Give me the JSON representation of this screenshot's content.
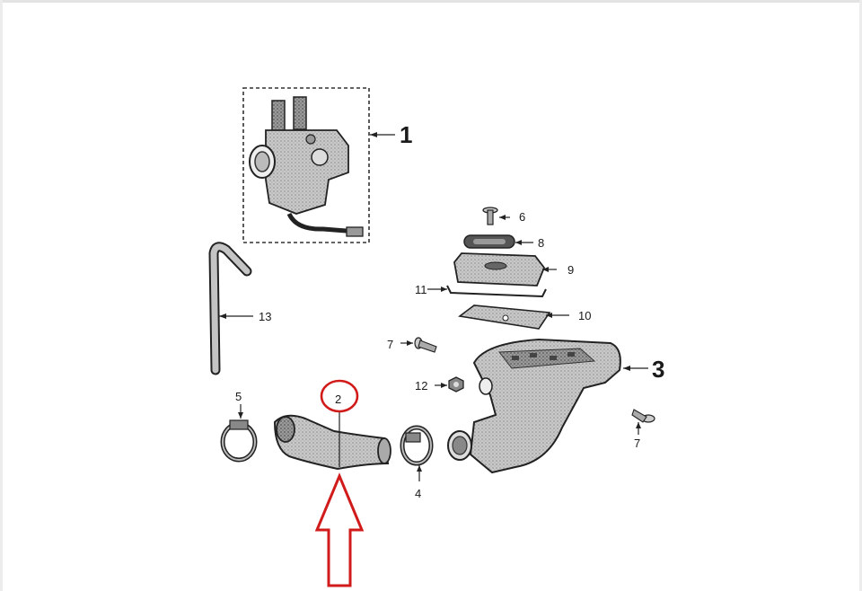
{
  "colors": {
    "line": "#2a2a2a",
    "part_fill": "#b9b9b9",
    "part_dark": "#5a5a5a",
    "highlight": "#d11b1b",
    "background": "#ffffff"
  },
  "diagram": {
    "parts": [
      {
        "id": "carburetor",
        "label": "1"
      },
      {
        "id": "intake-pipe",
        "label": "2",
        "highlighted": true
      },
      {
        "id": "air-filter-box",
        "label": "3"
      },
      {
        "id": "clamp-right",
        "label": "4"
      },
      {
        "id": "clamp-left",
        "label": "5"
      },
      {
        "id": "screw-top",
        "label": "6"
      },
      {
        "id": "screw-left",
        "label": "7"
      },
      {
        "id": "screw-right",
        "label": "7"
      },
      {
        "id": "grommet",
        "label": "8"
      },
      {
        "id": "filter-lid",
        "label": "9"
      },
      {
        "id": "filter-element",
        "label": "10"
      },
      {
        "id": "gasket",
        "label": "11"
      },
      {
        "id": "nut",
        "label": "12"
      },
      {
        "id": "breather-hose",
        "label": "13"
      }
    ],
    "highlight_arrow": {
      "direction": "up",
      "target": "2",
      "icon": "arrow-up-outline-icon"
    },
    "highlight_circle": {
      "target": "2",
      "icon": "circle-outline-icon"
    }
  }
}
